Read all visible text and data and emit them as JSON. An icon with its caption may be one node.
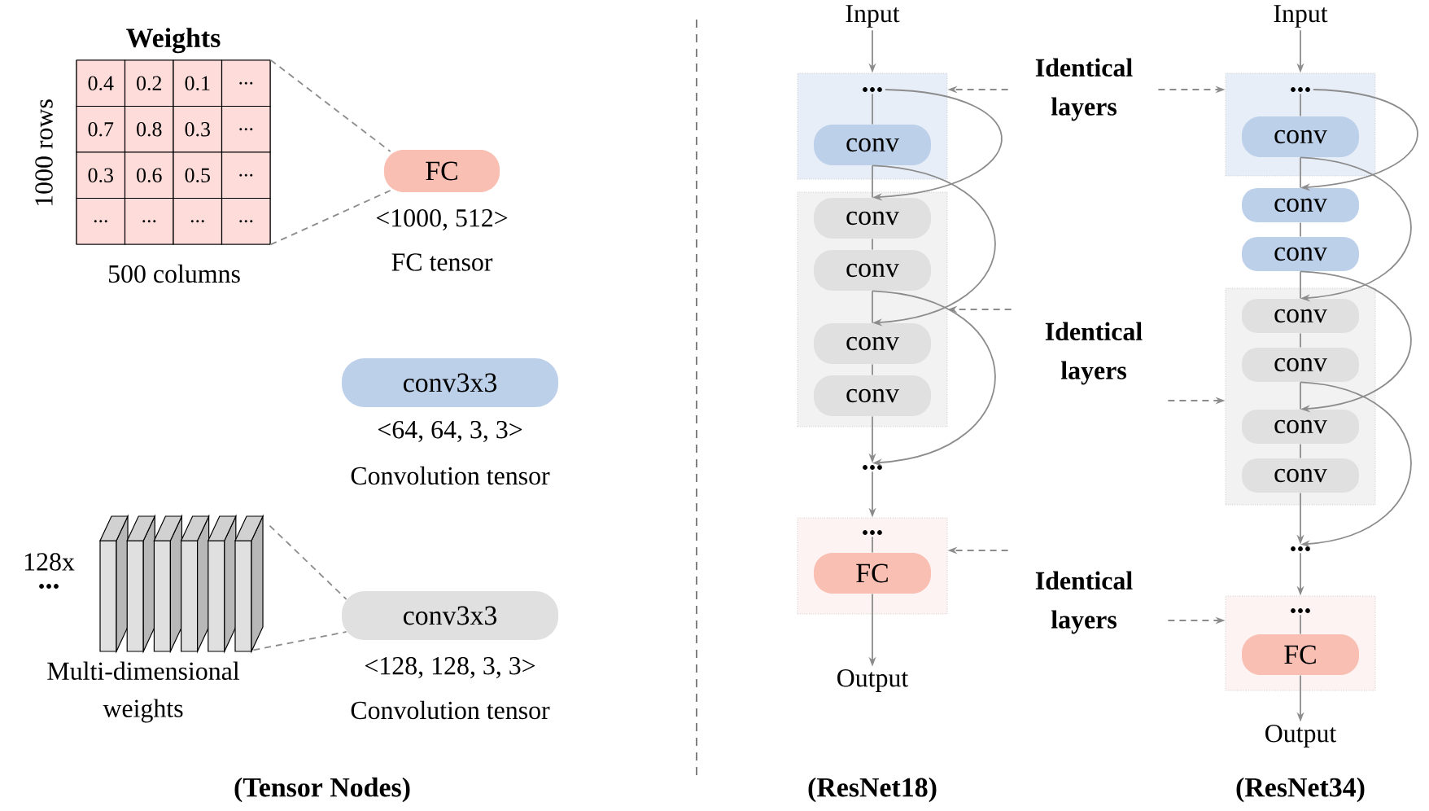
{
  "diagram": {
    "nodes": [
      {
        "text": [
          "Weights"
        ],
        "beside": [
          "1000 rows",
          "500 columns"
        ]
      },
      {
        "text": [
          "FC"
        ],
        "beside": [
          "<1000, 512>",
          "FC tensor"
        ]
      },
      {
        "text": [
          "conv3x3"
        ],
        "beside": [
          "<64, 64, 3, 3>",
          "Convolution tensor"
        ]
      },
      {
        "text": [],
        "shape": "picture",
        "beside": [
          "128x",
          "...",
          "Multi-dimensional weights"
        ]
      },
      {
        "text": [
          "conv3x3"
        ],
        "beside": [
          "<128, 128, 3, 3>",
          "Convolution tensor"
        ]
      },
      {
        "text": [
          "Input"
        ]
      },
      {
        "text": [],
        "shape": "box"
      },
      {
        "text": [
          "..."
        ],
        "in": 6
      },
      {
        "text": [
          "conv"
        ],
        "in": 6
      },
      {
        "text": [],
        "shape": "box"
      },
      {
        "text": [
          "conv"
        ],
        "in": 9
      },
      {
        "text": [
          "conv"
        ],
        "in": 9
      },
      {
        "text": [
          "conv"
        ],
        "in": 9
      },
      {
        "text": [
          "conv"
        ],
        "in": 9
      },
      {
        "text": [
          "..."
        ]
      },
      {
        "text": [],
        "shape": "box"
      },
      {
        "text": [
          "..."
        ],
        "in": 15
      },
      {
        "text": [
          "FC"
        ],
        "in": 15
      },
      {
        "text": [
          "Output"
        ]
      },
      {
        "text": [
          "Identical layers"
        ]
      },
      {
        "text": [
          "Input"
        ]
      },
      {
        "text": [],
        "shape": "box"
      },
      {
        "text": [
          "..."
        ],
        "in": 21
      },
      {
        "text": [
          "conv"
        ],
        "in": 21
      },
      {
        "text": [
          "conv"
        ]
      },
      {
        "text": [
          "conv"
        ]
      },
      {
        "text": [
          "Identical layers"
        ]
      },
      {
        "text": [],
        "shape": "box"
      },
      {
        "text": [
          "conv"
        ],
        "in": 27
      },
      {
        "text": [
          "conv"
        ],
        "in": 27
      },
      {
        "text": [
          "conv"
        ],
        "in": 27
      },
      {
        "text": [
          "conv"
        ],
        "in": 27
      },
      {
        "text": [
          "..."
        ]
      },
      {
        "text": [
          "Identical layers"
        ]
      },
      {
        "text": [],
        "shape": "box"
      },
      {
        "text": [
          "..."
        ],
        "in": 34
      },
      {
        "text": [
          "FC"
        ],
        "in": 34
      },
      {
        "text": [
          "Output"
        ]
      }
    ],
    "edges": [
      {
        "from": 0,
        "to": 1,
        "arrow": "none",
        "style": "dashed"
      },
      {
        "from": 0,
        "to": 1,
        "arrow": "none",
        "style": "dashed"
      },
      {
        "from": 3,
        "to": 4,
        "arrow": "none",
        "style": "dashed"
      },
      {
        "from": 3,
        "to": 4,
        "arrow": "none",
        "style": "dashed"
      },
      {
        "from": 5,
        "to": 6,
        "arrow": "to"
      },
      {
        "from": 7,
        "to": 8,
        "arrow": "none"
      },
      {
        "from": 8,
        "to": 10,
        "arrow": "none"
      },
      {
        "from": 10,
        "to": 11,
        "arrow": "none"
      },
      {
        "from": 11,
        "to": 12,
        "arrow": "none"
      },
      {
        "from": 12,
        "to": 13,
        "arrow": "none"
      },
      {
        "from": 13,
        "to": 14,
        "arrow": "to"
      },
      {
        "from": 14,
        "to": 15,
        "arrow": "to"
      },
      {
        "from": 16,
        "to": 17,
        "arrow": "none"
      },
      {
        "from": 17,
        "to": 18,
        "arrow": "to"
      },
      {
        "from": 19,
        "to": 6,
        "arrow": "to",
        "style": "dashed"
      },
      {
        "from": 19,
        "to": 21,
        "arrow": "to",
        "style": "dashed"
      },
      {
        "from": 26,
        "to": 9,
        "arrow": "to",
        "style": "dashed"
      },
      {
        "from": 26,
        "to": 27,
        "arrow": "to",
        "style": "dashed"
      },
      {
        "from": 33,
        "to": 15,
        "arrow": "to",
        "style": "dashed"
      },
      {
        "from": 33,
        "to": 34,
        "arrow": "to",
        "style": "dashed"
      },
      {
        "from": 20,
        "to": 21,
        "arrow": "to"
      },
      {
        "from": 22,
        "to": 23,
        "arrow": "none"
      },
      {
        "from": 23,
        "to": 24,
        "arrow": "none"
      },
      {
        "from": 24,
        "to": 25,
        "arrow": "none"
      },
      {
        "from": 25,
        "to": 28,
        "arrow": "none"
      },
      {
        "from": 28,
        "to": 29,
        "arrow": "none"
      },
      {
        "from": 29,
        "to": 30,
        "arrow": "none"
      },
      {
        "from": 30,
        "to": 31,
        "arrow": "none"
      },
      {
        "from": 31,
        "to": 32,
        "arrow": "to"
      },
      {
        "from": 32,
        "to": 34,
        "arrow": "to"
      },
      {
        "from": 35,
        "to": 36,
        "arrow": "none"
      },
      {
        "from": 36,
        "to": 37,
        "arrow": "to"
      },
      {
        "from": 7,
        "to": 10,
        "arrow": "to"
      },
      {
        "from": 8,
        "to": 12,
        "arrow": "to"
      },
      {
        "from": 11,
        "to": 14,
        "arrow": "to"
      },
      {
        "from": 22,
        "to": 24,
        "arrow": "to"
      },
      {
        "from": 23,
        "to": 28,
        "arrow": "to"
      },
      {
        "from": 25,
        "to": 30,
        "arrow": "to"
      },
      {
        "from": 29,
        "to": 32,
        "arrow": "to"
      }
    ],
    "labels": [
      "0.4",
      "0.2",
      "0.1",
      "...",
      "0.7",
      "0.8",
      "0.3",
      "...",
      "0.3",
      "0.6",
      "0.5",
      "...",
      "...",
      "...",
      "...",
      "...",
      "(Tensor Nodes)",
      "(ResNet18)",
      "(ResNet34)"
    ]
  }
}
